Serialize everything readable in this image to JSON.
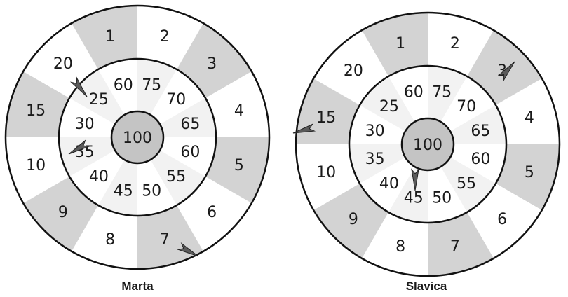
{
  "boards": [
    {
      "player": "Marta",
      "outer_ring": [
        {
          "label": "1",
          "shaded": true
        },
        {
          "label": "2",
          "shaded": false
        },
        {
          "label": "3",
          "shaded": true
        },
        {
          "label": "4",
          "shaded": false
        },
        {
          "label": "5",
          "shaded": true
        },
        {
          "label": "6",
          "shaded": false
        },
        {
          "label": "7",
          "shaded": true
        },
        {
          "label": "8",
          "shaded": false
        },
        {
          "label": "9",
          "shaded": true
        },
        {
          "label": "10",
          "shaded": false
        },
        {
          "label": "15",
          "shaded": true
        },
        {
          "label": "20",
          "shaded": false
        }
      ],
      "inner_ring": [
        "75",
        "70",
        "65",
        "60",
        "55",
        "50",
        "45",
        "40",
        "35",
        "30",
        "25",
        "60"
      ],
      "bullseye": "100",
      "darts": [
        {
          "target": "25",
          "ring": "inner"
        },
        {
          "target": "35",
          "ring": "inner"
        },
        {
          "target": "7",
          "ring": "outer"
        }
      ]
    },
    {
      "player": "Slavica",
      "outer_ring": [
        {
          "label": "1",
          "shaded": true
        },
        {
          "label": "2",
          "shaded": false
        },
        {
          "label": "3",
          "shaded": true
        },
        {
          "label": "4",
          "shaded": false
        },
        {
          "label": "5",
          "shaded": true
        },
        {
          "label": "6",
          "shaded": false
        },
        {
          "label": "7",
          "shaded": true
        },
        {
          "label": "8",
          "shaded": false
        },
        {
          "label": "9",
          "shaded": true
        },
        {
          "label": "10",
          "shaded": false
        },
        {
          "label": "15",
          "shaded": true
        },
        {
          "label": "20",
          "shaded": false
        }
      ],
      "inner_ring": [
        "75",
        "70",
        "65",
        "60",
        "55",
        "50",
        "45",
        "40",
        "35",
        "30",
        "25",
        "60"
      ],
      "bullseye": "100",
      "darts": [
        {
          "target": "3",
          "ring": "outer"
        },
        {
          "target": "15",
          "ring": "outer"
        },
        {
          "target": "45",
          "ring": "inner"
        }
      ]
    }
  ],
  "colors": {
    "shaded": "#d3d3d3",
    "plain": "#ffffff",
    "line": "#111111",
    "bullseye": "#c4c4c4",
    "dart": "#5a5a5a",
    "text": "#1a1a1a"
  }
}
